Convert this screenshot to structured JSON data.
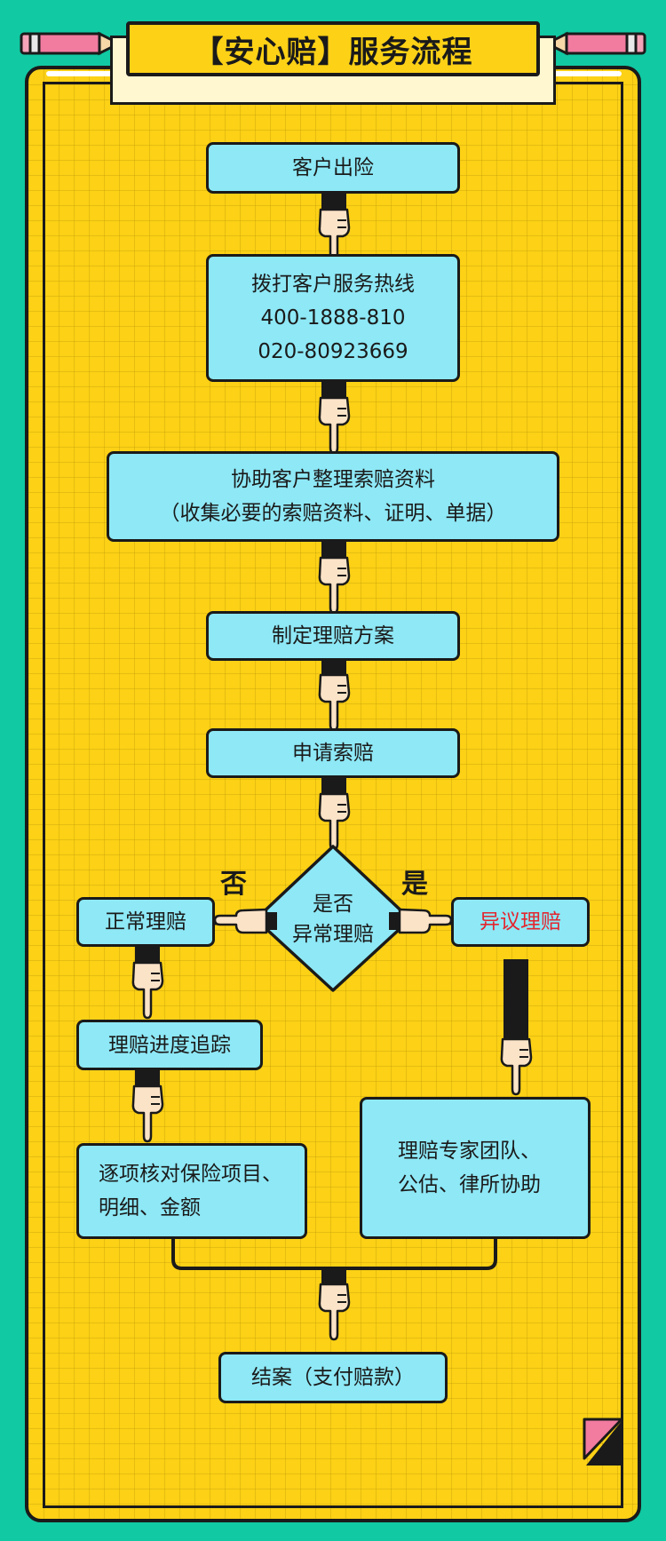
{
  "title": "【安心赔】服务流程",
  "colors": {
    "background": "#11c9a3",
    "paper": "#fcd116",
    "box": "#8ee8f6",
    "highlight": "#e3262f",
    "outline": "#1a1a1a"
  },
  "icons": [
    "pencil-icon",
    "pointing-hand-down-icon",
    "pointing-hand-side-icon",
    "folded-corner-icon"
  ],
  "steps": {
    "s1": "客户出险",
    "s2": {
      "line1": "拨打客户服务热线",
      "line2": "400-1888-810",
      "line3": "020-80923669"
    },
    "s3": {
      "line1": "协助客户整理索赔资料",
      "line2": "（收集必要的索赔资料、证明、单据）"
    },
    "s4": "制定理赔方案",
    "s5": "申请索赔",
    "decision": {
      "line1": "是否",
      "line2": "异常理赔"
    },
    "no_label": "否",
    "yes_label": "是",
    "normal": "正常理赔",
    "abnormal": "异议理赔",
    "tracking": "理赔进度追踪",
    "verify": {
      "line1": "逐项核对保险项目、",
      "line2": "明细、金额"
    },
    "expert": {
      "line1": "理赔专家团队、",
      "line2": "公估、律所协助"
    },
    "final": "结案（支付赔款）"
  }
}
